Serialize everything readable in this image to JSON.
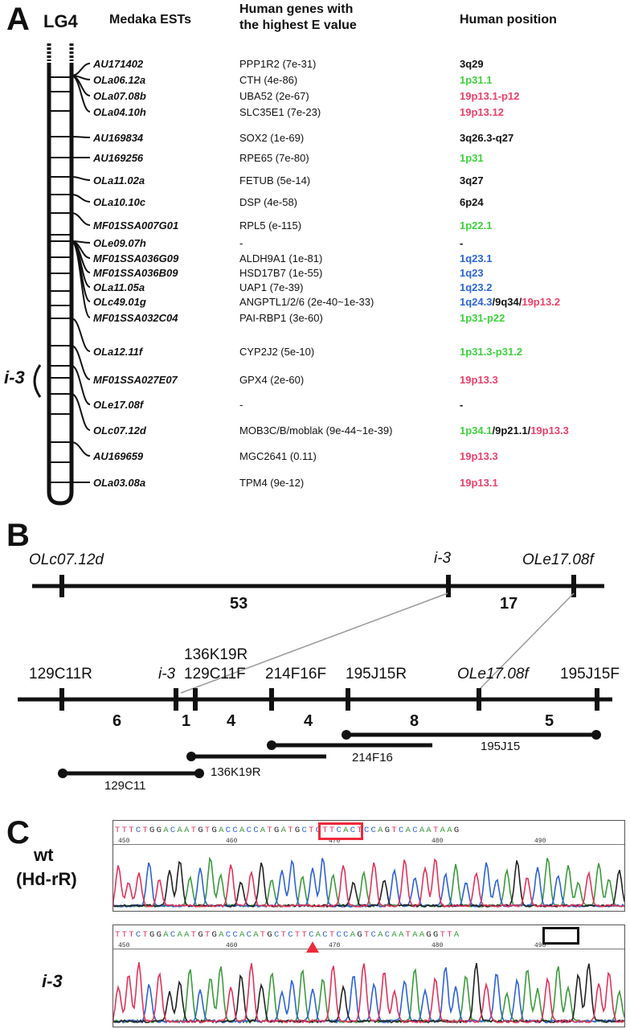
{
  "panels": {
    "a": "A",
    "b": "B",
    "c": "C"
  },
  "colors": {
    "black": "#111111",
    "green": "#3dd13d",
    "red": "#ee3f6a",
    "blue": "#2a64d8",
    "trace_a": "#3b9a3b",
    "trace_c": "#2d62d6",
    "trace_g": "#222222",
    "trace_t": "#e0335a"
  },
  "panel_a": {
    "chromosome": "LG4",
    "headers": {
      "ests": "Medaka ESTs",
      "genes_line1": "Human genes with",
      "genes_line2": "the highest E value",
      "position": "Human position"
    },
    "locus_label": "i-3",
    "rows": [
      {
        "est": "AU171402",
        "gene": "PPP1R2 (7e-31)",
        "pos": [
          {
            "t": "3q29",
            "c": "black"
          }
        ]
      },
      {
        "est": "OLa06.12a",
        "gene": "CTH (4e-86)",
        "pos": [
          {
            "t": "1p31.1",
            "c": "green"
          }
        ]
      },
      {
        "est": "OLa07.08b",
        "gene": "UBA52 (2e-67)",
        "pos": [
          {
            "t": "19p13.1-p12",
            "c": "red"
          }
        ]
      },
      {
        "est": "OLa04.10h",
        "gene": "SLC35E1 (7e-23)",
        "pos": [
          {
            "t": "19p13.12",
            "c": "red"
          }
        ]
      },
      {
        "est": "AU169834",
        "gene": "SOX2 (1e-69)",
        "pos": [
          {
            "t": "3q26.3-q27",
            "c": "black"
          }
        ]
      },
      {
        "est": "AU169256",
        "gene": "RPE65 (7e-80)",
        "pos": [
          {
            "t": "1p31",
            "c": "green"
          }
        ]
      },
      {
        "est": "OLa11.02a",
        "gene": "FETUB (5e-14)",
        "pos": [
          {
            "t": "3q27",
            "c": "black"
          }
        ]
      },
      {
        "est": "OLa10.10c",
        "gene": "DSP (4e-58)",
        "pos": [
          {
            "t": "6p24",
            "c": "black"
          }
        ]
      },
      {
        "est": "MF01SSA007G01",
        "gene": "RPL5 (e-115)",
        "pos": [
          {
            "t": "1p22.1",
            "c": "green"
          }
        ]
      },
      {
        "est": "OLe09.07h",
        "gene": "-",
        "pos": [
          {
            "t": "-",
            "c": "black"
          }
        ]
      },
      {
        "est": "MF01SSA036G09",
        "gene": "ALDH9A1 (1e-81)",
        "pos": [
          {
            "t": "1q23.1",
            "c": "blue"
          }
        ]
      },
      {
        "est": "MF01SSA036B09",
        "gene": "HSD17B7 (1e-55)",
        "pos": [
          {
            "t": "1q23",
            "c": "blue"
          }
        ]
      },
      {
        "est": "OLa11.05a",
        "gene": "UAP1 (7e-39)",
        "pos": [
          {
            "t": "1q23.2",
            "c": "blue"
          }
        ]
      },
      {
        "est": "OLc49.01g",
        "gene": "ANGPTL1/2/6 (2e-40~1e-33)",
        "pos": [
          {
            "t": "1q24.3",
            "c": "blue"
          },
          {
            "t": "/9q34/",
            "c": "black"
          },
          {
            "t": "19p13.2",
            "c": "red"
          }
        ]
      },
      {
        "est": "MF01SSA032C04",
        "gene": "PAI-RBP1 (3e-60)",
        "pos": [
          {
            "t": "1p31-p22",
            "c": "green"
          }
        ]
      },
      {
        "est": "OLa12.11f",
        "gene": "CYP2J2 (5e-10)",
        "pos": [
          {
            "t": "1p31.3-p31.2",
            "c": "green"
          }
        ]
      },
      {
        "est": "MF01SSA027E07",
        "gene": "GPX4 (2e-60)",
        "pos": [
          {
            "t": "19p13.3",
            "c": "red"
          }
        ]
      },
      {
        "est": "OLe17.08f",
        "gene": "-",
        "pos": [
          {
            "t": "-",
            "c": "black"
          }
        ]
      },
      {
        "est": "OLc07.12d",
        "gene": "MOB3C/B/moblak (9e-44~1e-39)",
        "pos": [
          {
            "t": "1p34.1",
            "c": "green"
          },
          {
            "t": "/9p21.1/",
            "c": "black"
          },
          {
            "t": "19p13.3",
            "c": "red"
          }
        ]
      },
      {
        "est": "AU169659",
        "gene": "MGC2641 (0.11)",
        "pos": [
          {
            "t": "19p13.3",
            "c": "red"
          }
        ]
      },
      {
        "est": "OLa03.08a",
        "gene": "TPM4 (9e-12)",
        "pos": [
          {
            "t": "19p13.1",
            "c": "red"
          }
        ]
      }
    ]
  },
  "panel_b": {
    "genetic_map": {
      "markers": [
        "OLc07.12d",
        "i-3",
        "OLe17.08f"
      ],
      "intervals": [
        "53",
        "17"
      ]
    },
    "physical_map": {
      "markers": [
        "129C11R",
        "i-3",
        "136K19R",
        "129C11F",
        "214F16F",
        "195J15R",
        "OLe17.08f",
        "195J15F"
      ],
      "intervals": [
        "6",
        "1",
        "4",
        "4",
        "8",
        "5"
      ]
    },
    "clones": [
      "195J15",
      "214F16",
      "136K19R",
      "129C11"
    ]
  },
  "panel_c": {
    "wt_label_1": "wt",
    "wt_label_2": "(Hd-rR)",
    "mut_label": "i-3",
    "wt_sequence": "TTTCTGGACAATGTGACCACCATGATGCTCTTCACTCCAGTCACAATAAG",
    "mut_sequence": "TTTCTGGACAATGTGACCACATGCTCTTCACTCCAGTCACAATAAGGTTA",
    "ticks": [
      "450",
      "460",
      "470",
      "480",
      "490"
    ]
  }
}
